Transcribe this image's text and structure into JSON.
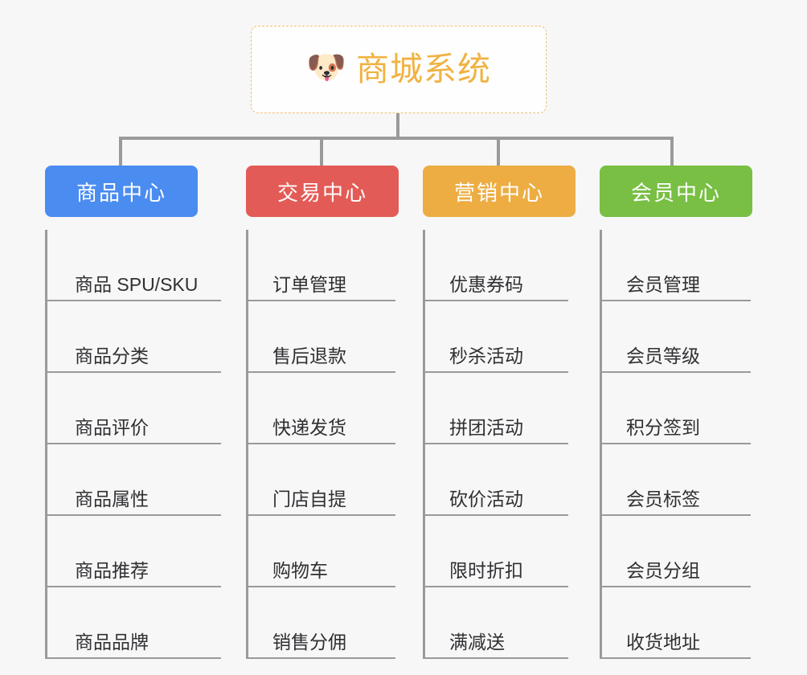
{
  "root": {
    "icon": "shiba-dog-face-emoji",
    "icon_glyph": "🐶",
    "title": "商城系统",
    "border_color": "#efbf72",
    "text_color": "#f0b242"
  },
  "connector_color": "#9a9a9a",
  "background_color": "#f7f7f7",
  "categories": [
    {
      "label": "商品中心",
      "color": "#4a8cf0",
      "items": [
        "商品 SPU/SKU",
        "商品分类",
        "商品评价",
        "商品属性",
        "商品推荐",
        "商品品牌"
      ]
    },
    {
      "label": "交易中心",
      "color": "#e35b56",
      "items": [
        "订单管理",
        "售后退款",
        "快递发货",
        "门店自提",
        "购物车",
        "销售分佣"
      ]
    },
    {
      "label": "营销中心",
      "color": "#edad43",
      "items": [
        "优惠券码",
        "秒杀活动",
        "拼团活动",
        "砍价活动",
        "限时折扣",
        "满减送"
      ]
    },
    {
      "label": "会员中心",
      "color": "#78bf43",
      "items": [
        "会员管理",
        "会员等级",
        "积分签到",
        "会员标签",
        "会员分组",
        "收货地址"
      ]
    }
  ]
}
